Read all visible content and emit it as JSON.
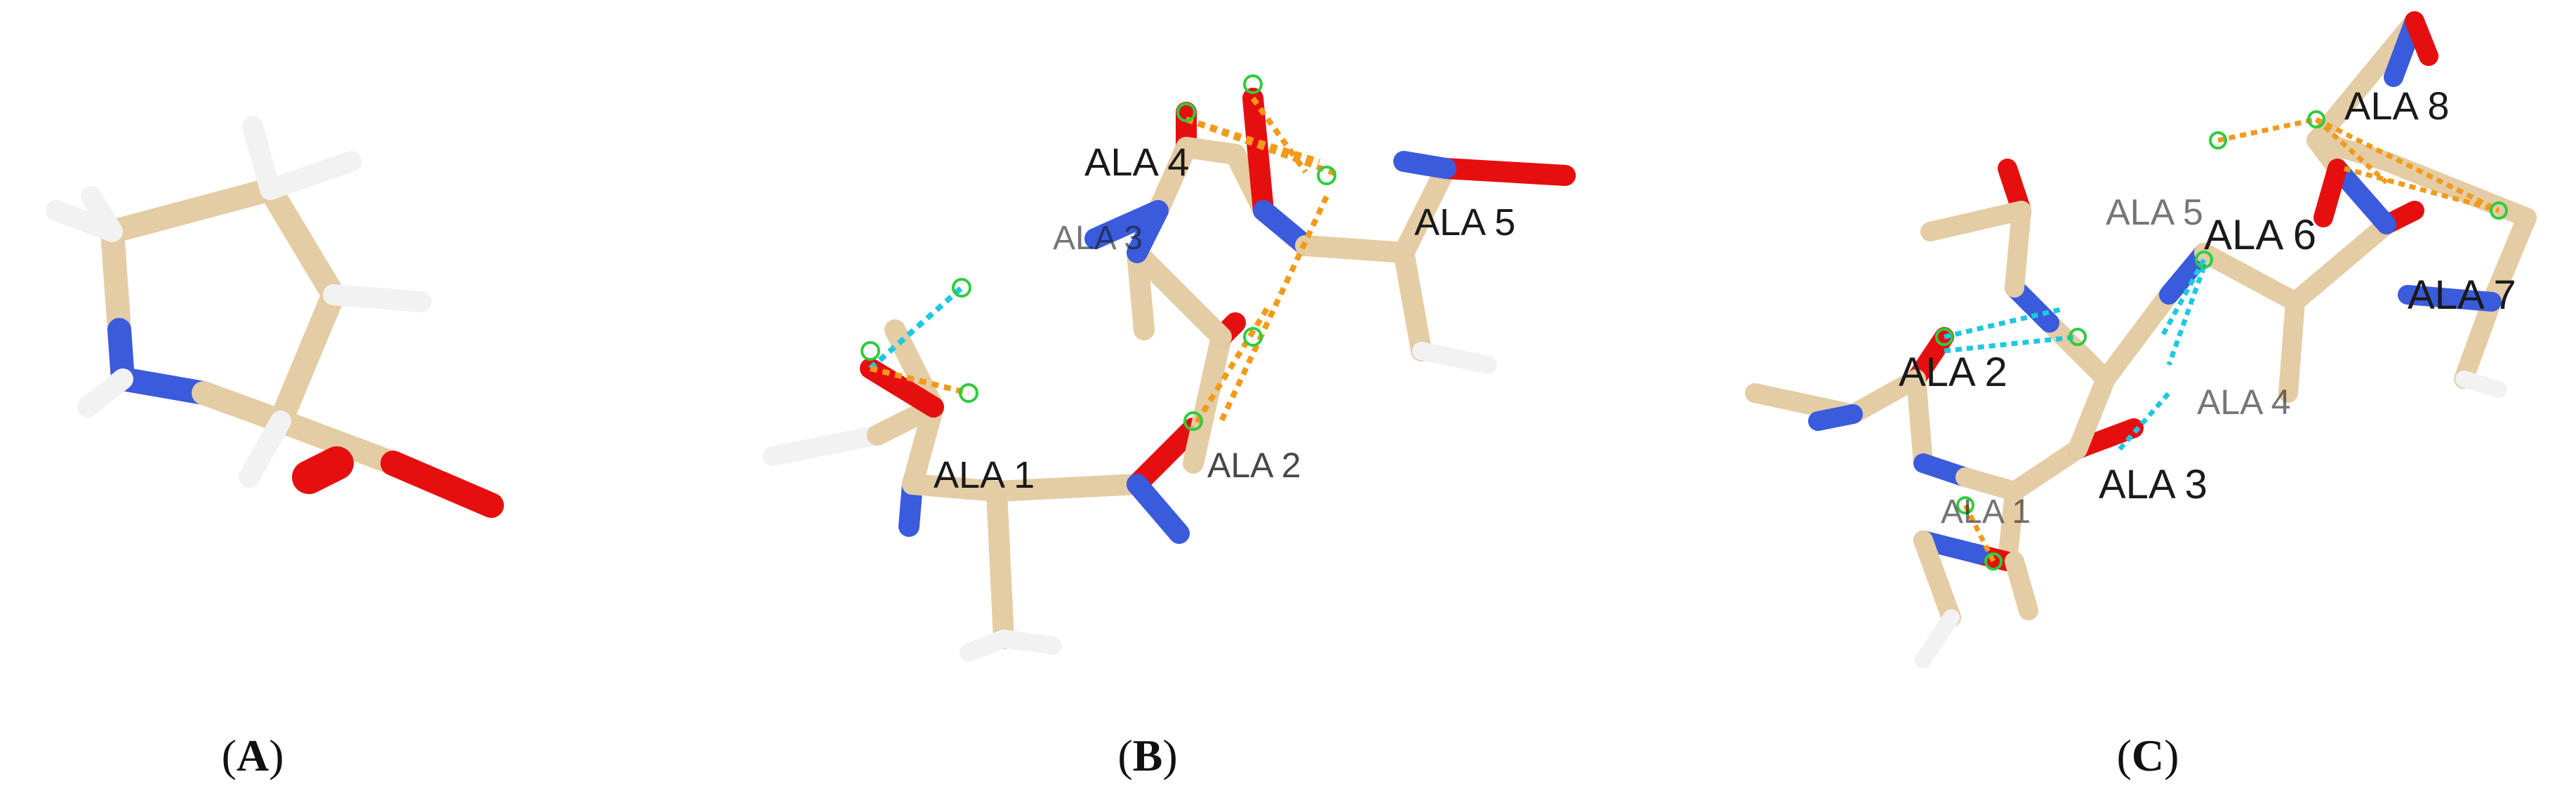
{
  "panels": [
    {
      "id": "A",
      "caption_letter": "A",
      "labels": []
    },
    {
      "id": "B",
      "caption_letter": "B",
      "labels": [
        "ALA 1",
        "ALA 2",
        "ALA 3",
        "ALA 4",
        "ALA 5"
      ]
    },
    {
      "id": "C",
      "caption_letter": "C",
      "labels": [
        "ALA 1",
        "ALA 2",
        "ALA 3",
        "ALA 4",
        "ALA 5",
        "ALA 6",
        "ALA 7",
        "ALA 8"
      ]
    }
  ],
  "colors": {
    "carbon": "#e6cfa8",
    "nitrogen": "#3a5bdc",
    "oxygen": "#e60f0f",
    "hydrogen": "#f2f2f2",
    "hbond_cyan": "#1ec8e0",
    "hbond_orange": "#f29a1a",
    "contact_green": "#2ecc40"
  }
}
